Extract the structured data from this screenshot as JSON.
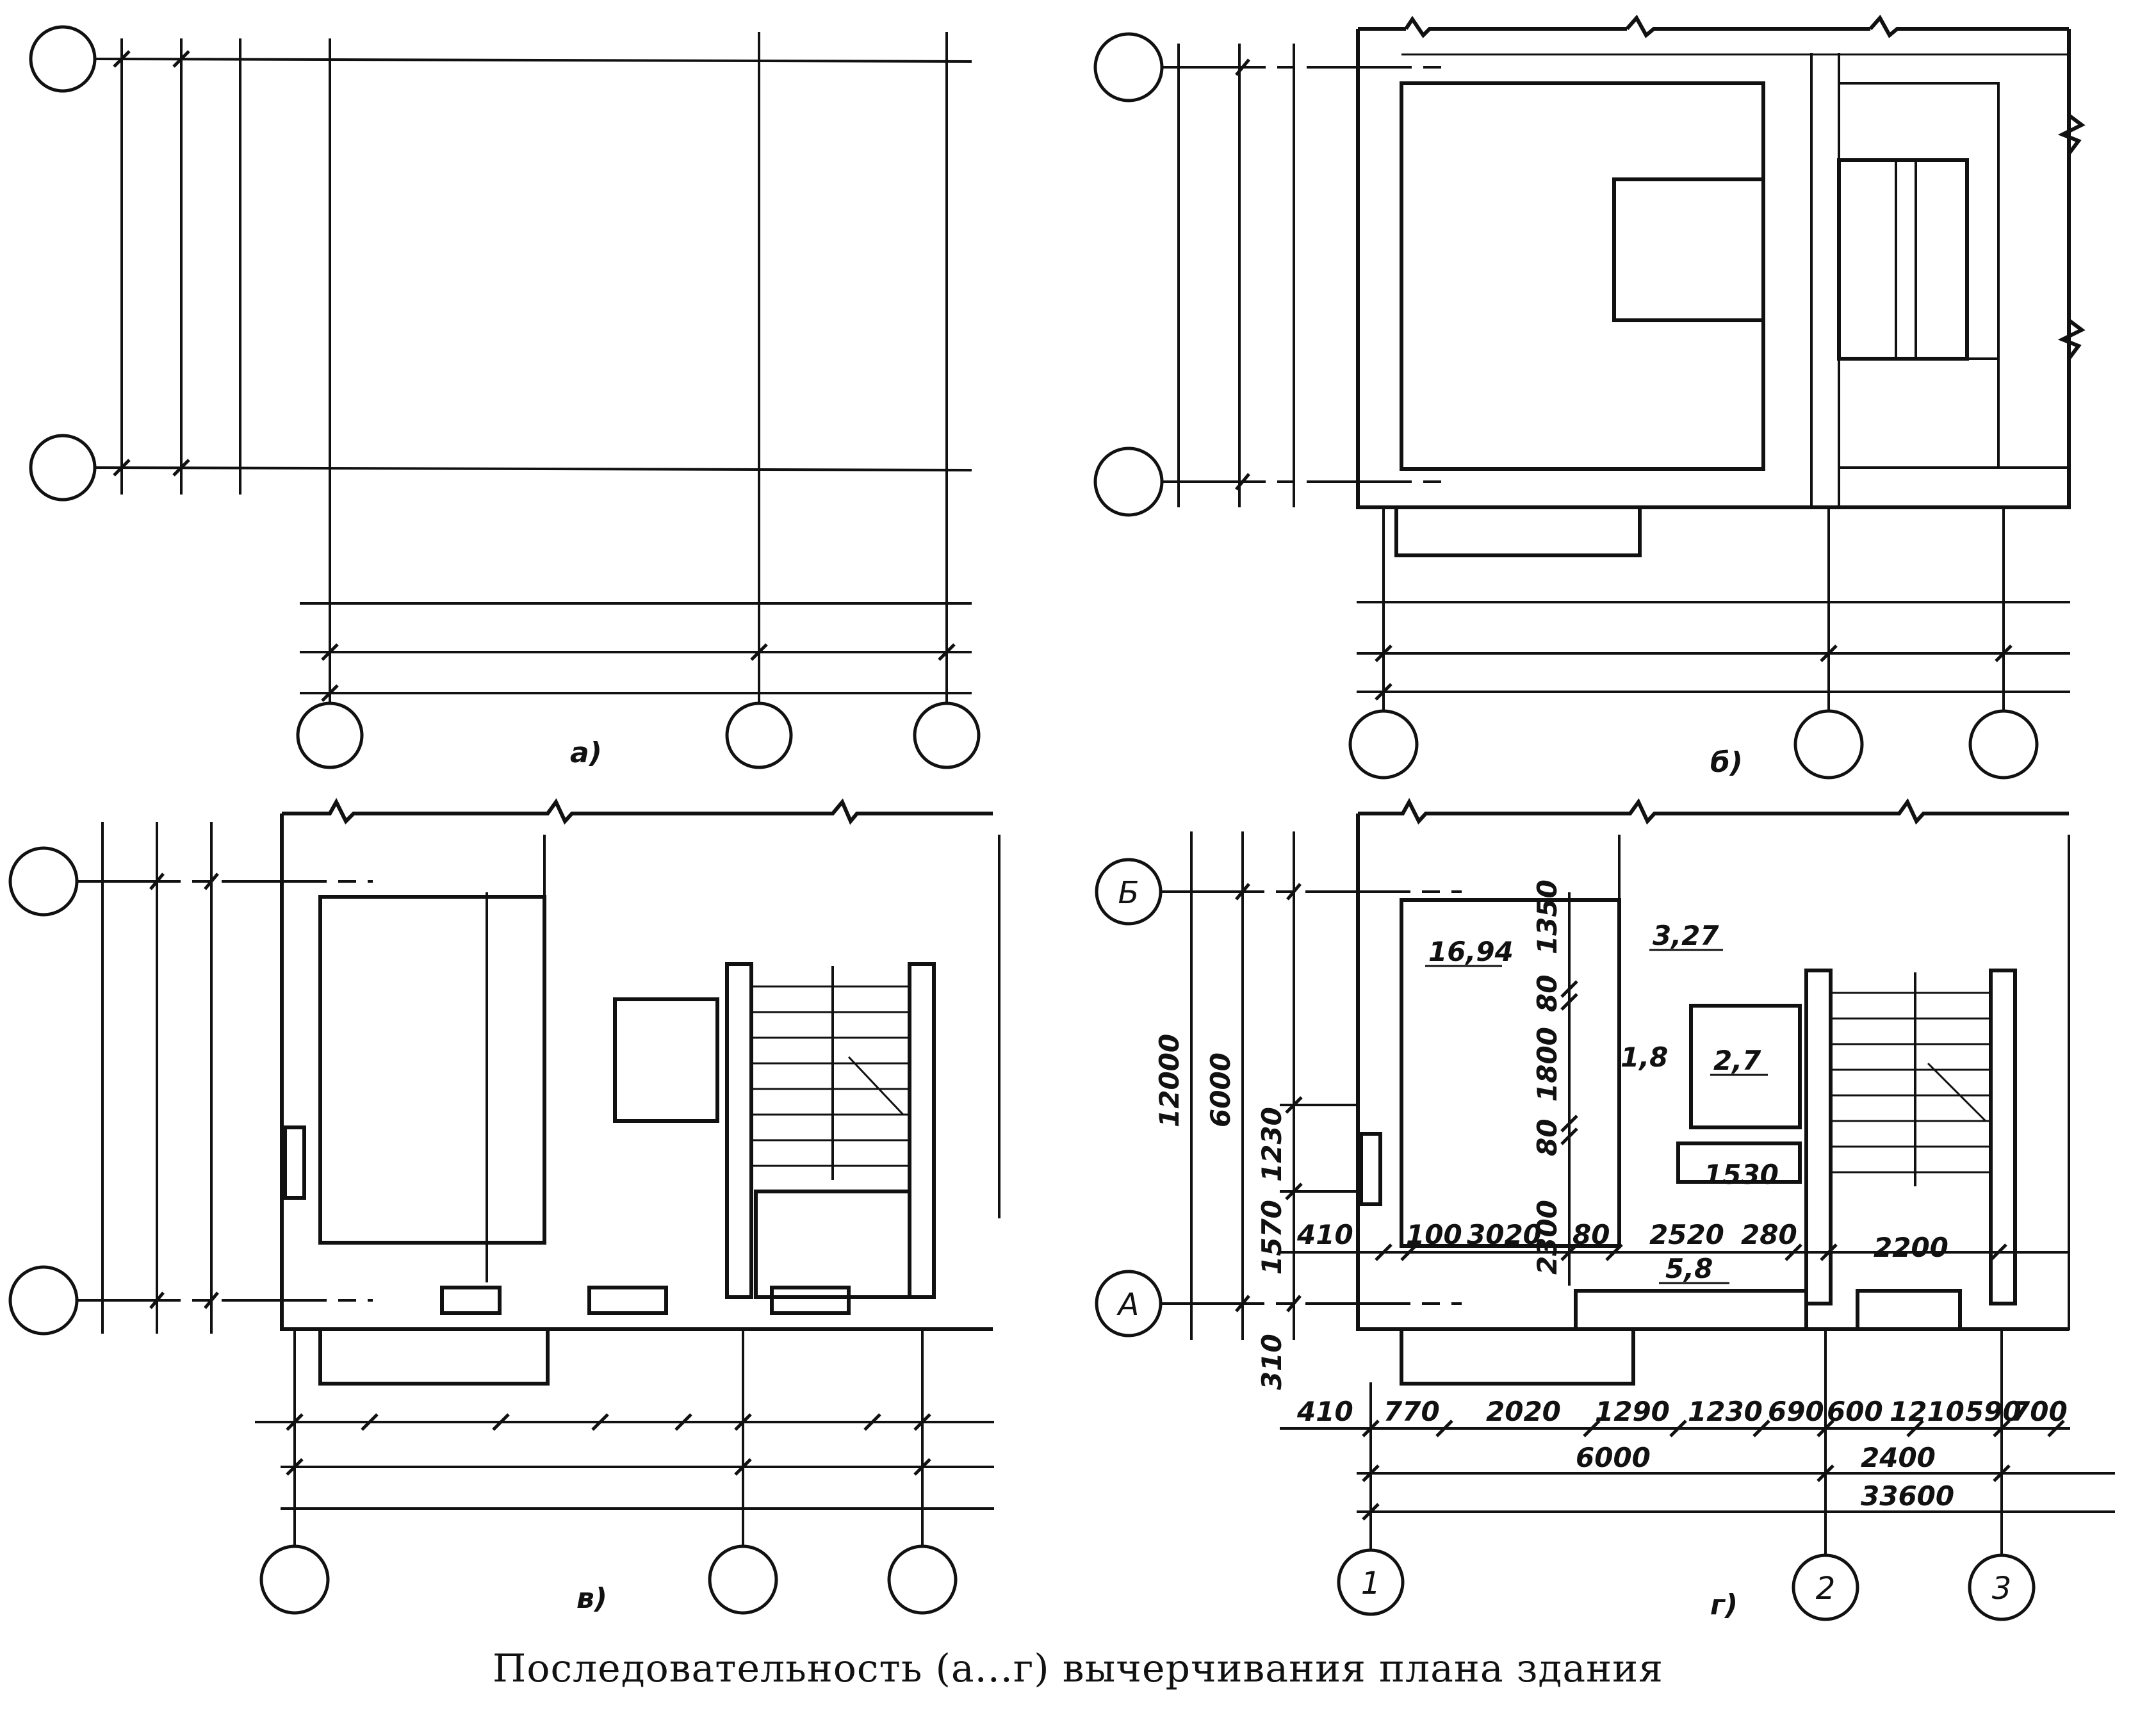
{
  "caption": "Последовательность (а...г) вычерчивания плана здания",
  "panels": {
    "a": "а)",
    "b": "б)",
    "v": "в)",
    "g": "г)"
  },
  "axes": {
    "row_B": "Б",
    "row_A": "А",
    "col_1": "1",
    "col_2": "2",
    "col_3": "3"
  },
  "areas": {
    "room_main": "16,94",
    "room_small": "3,27",
    "hall": "1,8",
    "bath": "2,7",
    "kitchen": "5,8"
  },
  "dimensions": {
    "overall_y": "12000",
    "half_y": "6000",
    "d_1350": "1350",
    "d_80a": "80",
    "d_1800": "1800",
    "d_80b": "80",
    "d_2300": "2300",
    "d_1230y": "1230",
    "d_1570": "1570",
    "d_310": "310",
    "row410a": "410",
    "row100": "100",
    "row3020": "3020",
    "row80": "80",
    "row2520": "2520",
    "row280": "280",
    "row2200": "2200",
    "row1530": "1530",
    "b410": "410",
    "b770": "770",
    "b2020": "2020",
    "b1290": "1290",
    "b1230": "1230",
    "b690": "690",
    "b600": "600",
    "b1210": "1210",
    "b590": "590",
    "b700": "700",
    "t6000": "6000",
    "t2400": "2400",
    "t33600": "33600"
  }
}
